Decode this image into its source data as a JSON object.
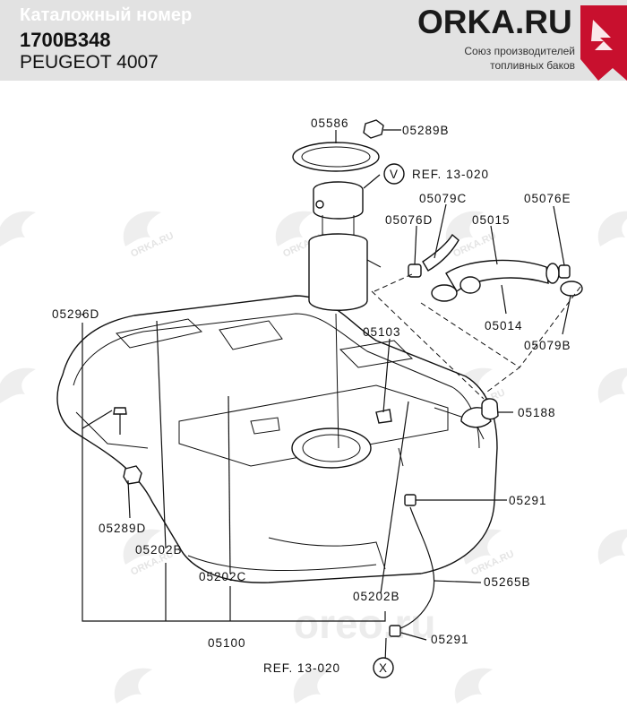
{
  "header": {
    "catalog_label": "Каталожный номер",
    "part_number": "1700B348",
    "car_model": "PEUGEOT 4007"
  },
  "brand": {
    "logo_text": "ORKA.RU",
    "tagline_line1": "Союз производителей",
    "tagline_line2": "топливных баков",
    "watermark_text": "ORKA.RU",
    "center_watermark": "oreo.ru",
    "accent_color": "#c8102e"
  },
  "diagram": {
    "labels": {
      "p05586": "05586",
      "p05289B": "05289B",
      "refV_letter": "V",
      "refV_text": "REF. 13-020",
      "p05079C": "05079C",
      "p05076E": "05076E",
      "p05076D": "05076D",
      "p05015": "05015",
      "p05014": "05014",
      "p05079B": "05079B",
      "p05296D": "05296D",
      "p05103": "05103",
      "p05188": "05188",
      "p05291a": "05291",
      "p05289D": "05289D",
      "p05202B_left": "05202B",
      "p05202C": "05202C",
      "p05202B_right": "05202B",
      "p05265B": "05265B",
      "p05100": "05100",
      "p05291b": "05291",
      "refX_text": "REF. 13-020",
      "refX_letter": "X"
    }
  }
}
